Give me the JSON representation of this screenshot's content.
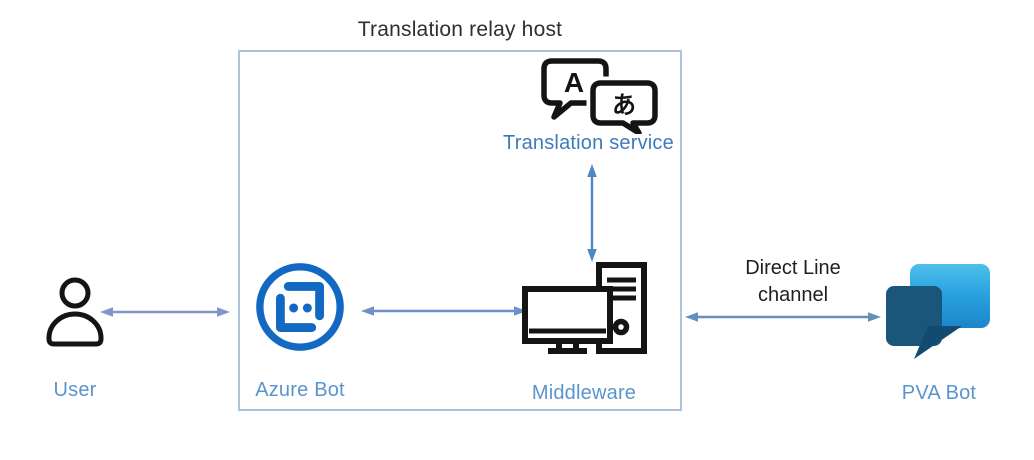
{
  "diagram": {
    "title": "Translation relay host",
    "nodes": {
      "user": {
        "label": "User",
        "icon": "user-icon"
      },
      "azure_bot": {
        "label": "Azure Bot",
        "icon": "azure-bot-icon"
      },
      "middleware": {
        "label": "Middleware",
        "icon": "desktop-computer-icon"
      },
      "translation_service": {
        "label": "Translation service",
        "icon": "translation-chat-icon",
        "glyph_latin": "A",
        "glyph_japanese": "あ"
      },
      "pva_bot": {
        "label": "PVA Bot",
        "icon": "chat-bubbles-icon"
      }
    },
    "edges": {
      "user_azure_bot": {
        "type": "bidirectional-arrow"
      },
      "azure_bot_middleware": {
        "type": "bidirectional-arrow"
      },
      "middleware_translation": {
        "type": "bidirectional-arrow"
      },
      "direct_line": {
        "type": "bidirectional-arrow",
        "label": "Direct Line channel"
      }
    },
    "colors": {
      "box_border": "#aac4dc",
      "title_text": "#2f2f2f",
      "node_label_blue": "#5b94cd",
      "translation_label_blue": "#3d7cba",
      "azure_bot_blue": "#1268c3",
      "arrow_muted_blue": "#8096c8",
      "arrow_slate_blue": "#7090c8",
      "arrow_vertical_blue": "#4e86c6",
      "arrow_steel_blue": "#6290ba",
      "icon_outline_black": "#141414",
      "pva_dark_blue": "#1a567a",
      "pva_tail_blue": "#134a70",
      "pva_light_top": "#4ec0ec",
      "pva_light_mid": "#2ba3e0",
      "pva_light_bottom": "#1b85c8"
    }
  }
}
